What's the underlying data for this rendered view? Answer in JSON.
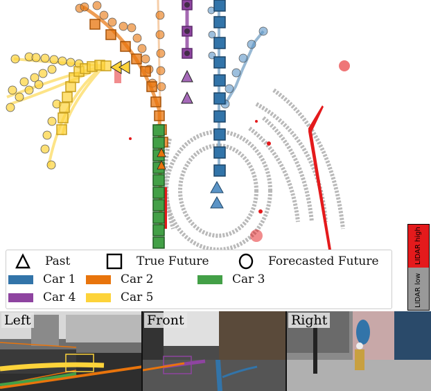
{
  "figure": {
    "description": "Bird's-eye-view LIDAR scene with past, true future and forecasted future trajectories for five cars, plus three camera views"
  },
  "legend": {
    "markers": [
      {
        "symbol": "triangle",
        "label": "Past"
      },
      {
        "symbol": "square",
        "label": "True Future"
      },
      {
        "symbol": "circle",
        "label": "Forecasted Future"
      }
    ],
    "cars": [
      {
        "label": "Car 1",
        "color": "#3274a9"
      },
      {
        "label": "Car 2",
        "color": "#e8740c"
      },
      {
        "label": "Car 3",
        "color": "#43a047"
      },
      {
        "label": "Car 4",
        "color": "#8e44a0"
      },
      {
        "label": "Car 5",
        "color": "#fdd33a"
      }
    ]
  },
  "colorbar": {
    "high_label": "LIDAR high",
    "low_label": "LIDAR low",
    "high_color": "#e41a1c",
    "low_color": "#999999"
  },
  "cameras": [
    {
      "label": "Left"
    },
    {
      "label": "Front"
    },
    {
      "label": "Right"
    }
  ]
}
